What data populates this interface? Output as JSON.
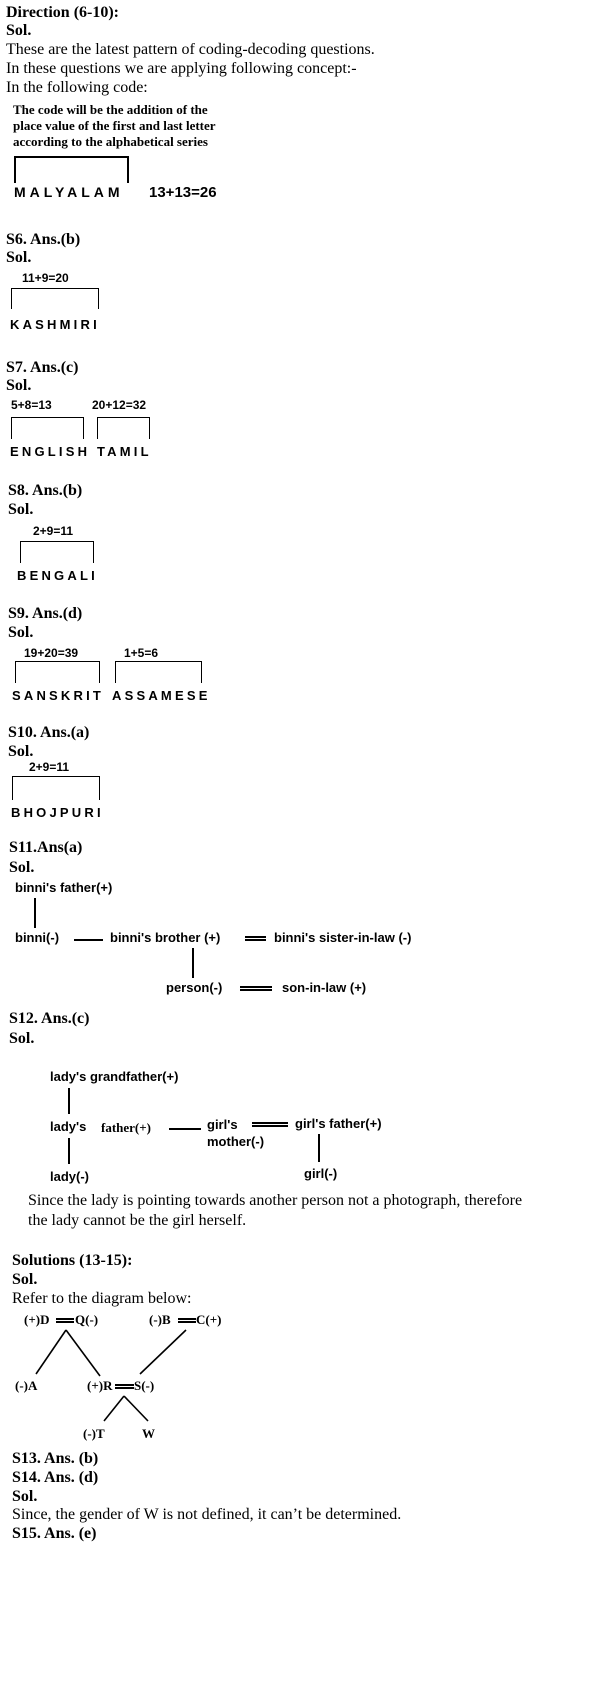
{
  "direction": {
    "heading": "Direction (6-10):",
    "sol": "Sol.",
    "line1": "These are the latest pattern of coding-decoding questions.",
    "line2": "In these questions we are applying following concept:-",
    "line3": "In the following code:",
    "concept_line1": "The code will be the addition of the",
    "concept_line2": "place value of the first and last letter",
    "concept_line3": "according to the alphabetical series",
    "example_word": "MALYALAM",
    "example_sum": "13+13=26"
  },
  "s6": {
    "ans": "S6. Ans.(b)",
    "sol": "Sol.",
    "sum": "11+9=20",
    "word": "KASHMIRI"
  },
  "s7": {
    "ans": "S7. Ans.(c)",
    "sol": "Sol.",
    "sum1": "5+8=13",
    "sum2": "20+12=32",
    "word1": "ENGLISH",
    "word2": "TAMIL"
  },
  "s8": {
    "ans": "S8. Ans.(b)",
    "sol": "Sol.",
    "sum": "2+9=11",
    "word": "BENGALI"
  },
  "s9": {
    "ans": "S9. Ans.(d)",
    "sol": "Sol.",
    "sum1": "19+20=39",
    "sum2": "1+5=6",
    "word1": "SANSKRIT",
    "word2": "ASSAMESE"
  },
  "s10": {
    "ans": "S10. Ans.(a)",
    "sol": "Sol.",
    "sum": "2+9=11",
    "word": "BHOJPURI"
  },
  "s11": {
    "ans": "S11.Ans(a)",
    "sol": "Sol.",
    "father": "binni's father(+)",
    "binni": "binni(-)",
    "brother": "binni's brother (+)",
    "sister_in_law": "binni's sister-in-law (-)",
    "person": "person(-)",
    "son_in_law": "son-in-law (+)"
  },
  "s12": {
    "ans": "S12. Ans.(c)",
    "sol": "Sol.",
    "grandfather": "lady's grandfather(+)",
    "ladys": "lady's",
    "father": "father(+)",
    "girls": "girl's",
    "mother": "mother(-)",
    "girls_father": "girl's father(+)",
    "lady": "lady(-)",
    "girl": "girl(-)",
    "note_line1": "Since the lady is pointing towards another person not a photograph, therefore",
    "note_line2": "the lady cannot be the girl herself."
  },
  "s13_15": {
    "heading": "Solutions (13-15):",
    "sol": "Sol.",
    "refer": "Refer to the diagram below:",
    "d": "(+)D",
    "q": "Q(-)",
    "b": "(-)B",
    "c": "C(+)",
    "a": "(-)A",
    "r": "(+)R",
    "s": "S(-)",
    "t": "(-)T",
    "w": "W",
    "s13": "S13. Ans. (b)",
    "s14": "S14. Ans. (d)",
    "sol2": "Sol.",
    "reason": "Since, the gender of W is not defined, it can’t be determined.",
    "s15": "S15. Ans. (e)"
  }
}
